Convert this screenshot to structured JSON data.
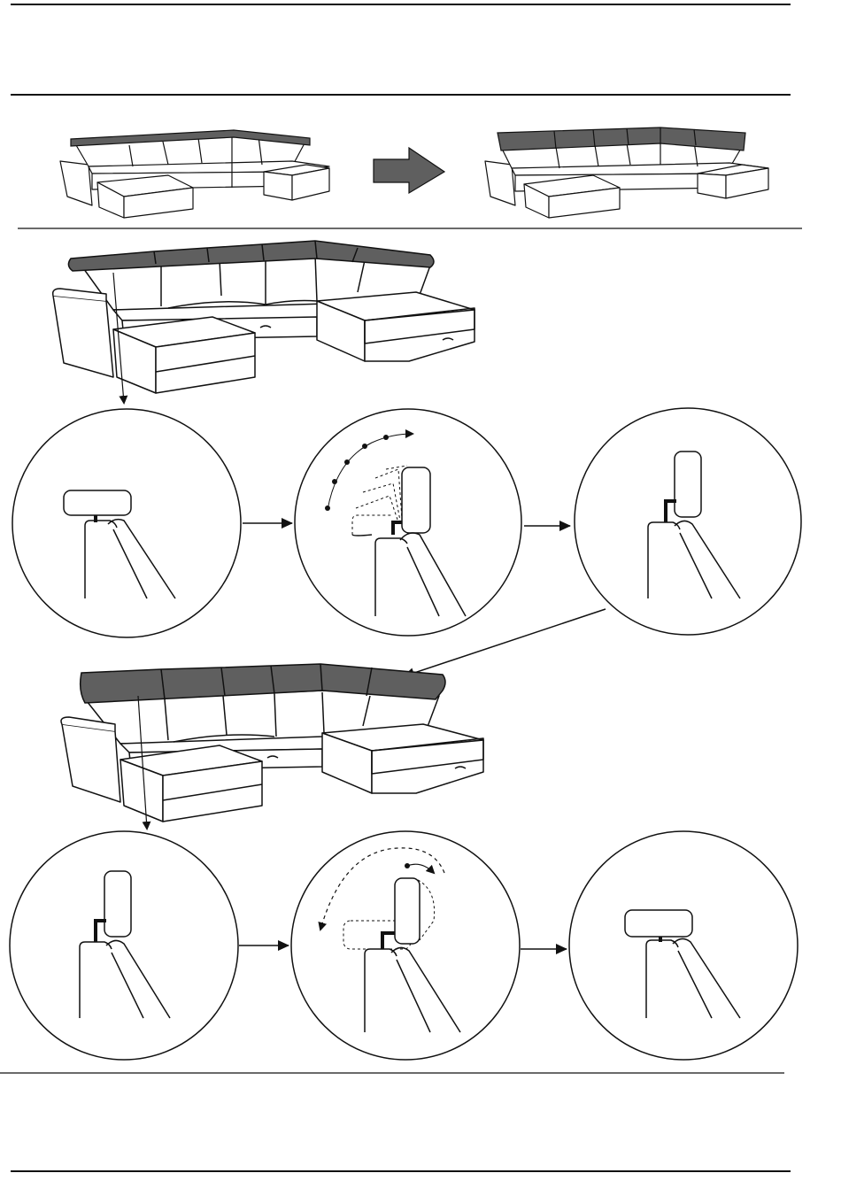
{
  "colors": {
    "line": "#111111",
    "headrest_fill": "#5f5f5f",
    "arrow_fill": "#5f5f5f",
    "background": "#ffffff"
  },
  "page": {
    "top_blank_band": "",
    "bottom_blank_band": ""
  },
  "overview": {
    "before_state": "headrests-lowered",
    "after_state": "headrests-raised",
    "transition_icon": "right-arrow-icon"
  },
  "raise_sequence": {
    "steps": [
      "headrest-down",
      "headrest-swing-up",
      "headrest-up"
    ]
  },
  "lower_sequence": {
    "steps": [
      "headrest-up",
      "headrest-swing-down",
      "headrest-down"
    ]
  }
}
